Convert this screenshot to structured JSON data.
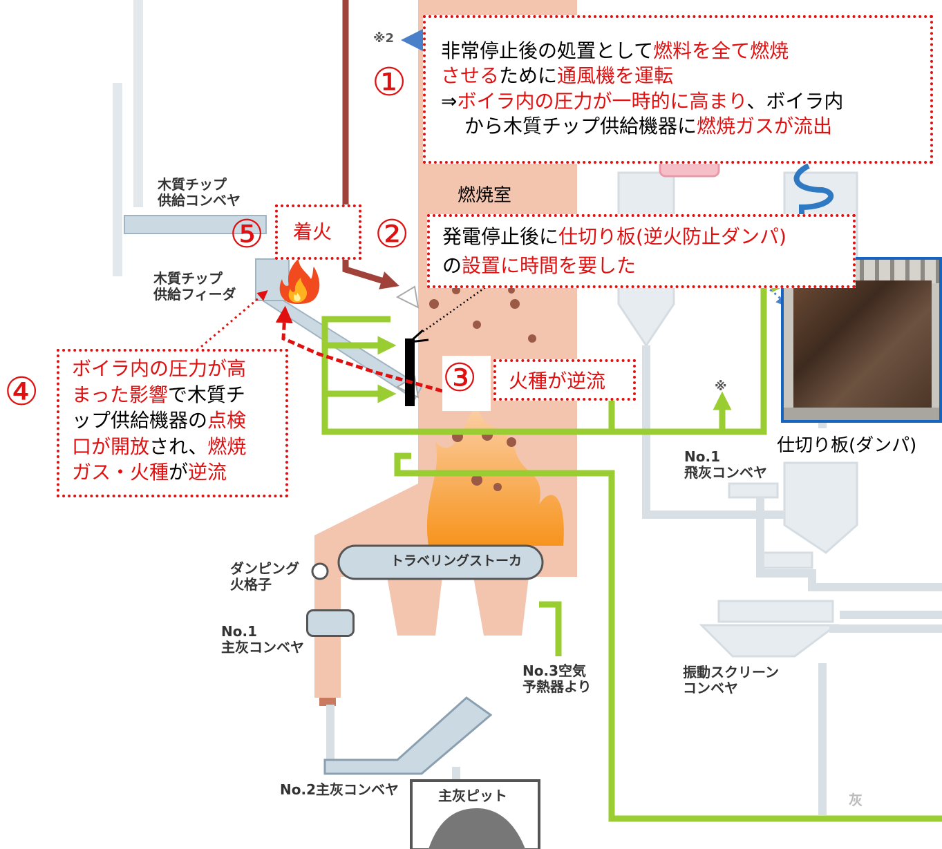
{
  "labels": {
    "chip_conveyor": [
      "木質チップ",
      "供給コンベヤ"
    ],
    "chip_feeder": [
      "木質チップ",
      "供給フィーダ"
    ],
    "combustion_chamber": "燃焼室",
    "dumping_grate": [
      "ダンピング",
      "火格子"
    ],
    "main_ash_conveyor_1": [
      "No.1",
      "主灰コンベヤ"
    ],
    "stoker": "トラベリングストーカ",
    "air_preheater": [
      "No.3空気",
      "予熱器より"
    ],
    "fly_ash_conveyor": [
      "No.1",
      "飛灰コンベヤ"
    ],
    "vibrating_screen": [
      "振動スクリーン",
      "コンベヤ"
    ],
    "main_ash_conveyor_2": "No.2主灰コンベヤ",
    "main_ash_pit": "主灰ピット",
    "note2": "※2",
    "note": "※",
    "ash_partial": "灰",
    "damper_caption": "仕切り板(ダンパ)"
  },
  "callouts": {
    "c1": {
      "number": "①",
      "line1": [
        {
          "t": "非常停止後の処置として",
          "red": false
        },
        {
          "t": "燃料を全て燃焼",
          "red": true
        }
      ],
      "line2": [
        {
          "t": "させる",
          "red": true
        },
        {
          "t": "ために",
          "red": false
        },
        {
          "t": "通風機を運転",
          "red": true
        }
      ],
      "line3": [
        {
          "t": "⇒",
          "red": false
        },
        {
          "t": "ボイラ内の圧力が一時的に高まり",
          "red": true
        },
        {
          "t": "、ボイラ内",
          "red": false
        }
      ],
      "line4": [
        {
          "t": "から木質チップ供給機器に",
          "red": false
        },
        {
          "t": "燃焼ガスが流出",
          "red": true
        }
      ]
    },
    "c2": {
      "number": "②",
      "line1": [
        {
          "t": "発電停止後に",
          "red": false
        },
        {
          "t": "仕切り板(逆火防止ダンパ)",
          "red": true
        }
      ],
      "line2": [
        {
          "t": "の",
          "red": false
        },
        {
          "t": "設置に時間を要した",
          "red": true
        }
      ]
    },
    "c3": {
      "number": "③",
      "text": "火種が逆流"
    },
    "c4": {
      "number": "④",
      "line1": [
        {
          "t": "ボイラ内の圧力が高",
          "red": true
        }
      ],
      "line2": [
        {
          "t": "まった影響",
          "red": true
        },
        {
          "t": "で木質チ",
          "red": false
        }
      ],
      "line3": [
        {
          "t": "ップ供給機器の",
          "red": false
        },
        {
          "t": "点検",
          "red": true
        }
      ],
      "line4": [
        {
          "t": "口が開放",
          "red": true
        },
        {
          "t": "され、",
          "red": false
        },
        {
          "t": "燃焼",
          "red": true
        }
      ],
      "line5": [
        {
          "t": "ガス・火種",
          "red": true
        },
        {
          "t": "が",
          "red": false
        },
        {
          "t": "逆流",
          "red": true
        }
      ]
    },
    "c5": {
      "number": "⑤",
      "text": "着火"
    }
  },
  "colors": {
    "accent_red": "#e01010",
    "boiler": "#f3c4ae",
    "air_duct": "#9acd32",
    "fuel_duct": "#a0413a",
    "equipment": "#cbd9e2",
    "photo_border": "#1565c0",
    "flame": "#f58a1f"
  },
  "icons": [
    "fire-icon",
    "damper-photo"
  ]
}
